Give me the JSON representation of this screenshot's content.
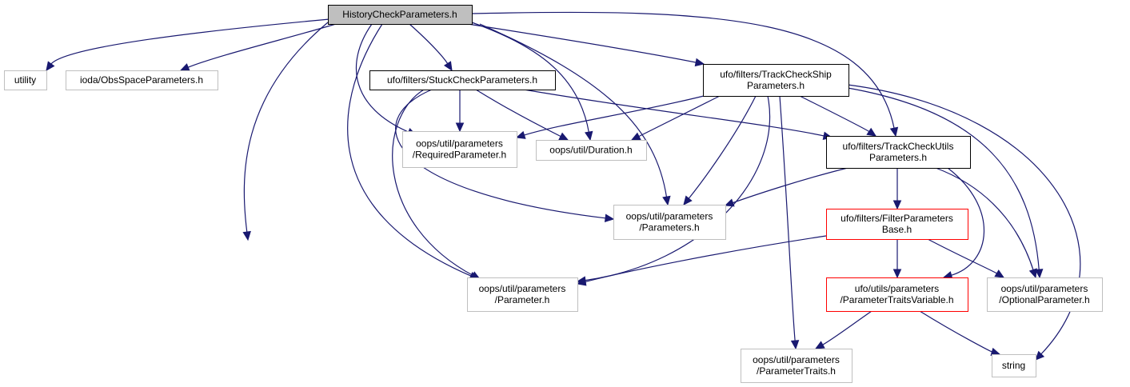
{
  "diagram": {
    "nodes": [
      {
        "id": "history",
        "lines": [
          "HistoryCheckParameters.h"
        ],
        "style": "root"
      },
      {
        "id": "utility",
        "lines": [
          "utility"
        ],
        "style": "gray"
      },
      {
        "id": "obsspace",
        "lines": [
          "ioda/ObsSpaceParameters.h"
        ],
        "style": "gray"
      },
      {
        "id": "stuck",
        "lines": [
          "ufo/filters/StuckCheckParameters.h"
        ],
        "style": "black"
      },
      {
        "id": "trackship",
        "lines": [
          "ufo/filters/TrackCheckShip",
          "Parameters.h"
        ],
        "style": "black"
      },
      {
        "id": "required",
        "lines": [
          "oops/util/parameters",
          "/RequiredParameter.h"
        ],
        "style": "gray"
      },
      {
        "id": "duration",
        "lines": [
          "oops/util/Duration.h"
        ],
        "style": "gray"
      },
      {
        "id": "trackutils",
        "lines": [
          "ufo/filters/TrackCheckUtils",
          "Parameters.h"
        ],
        "style": "black"
      },
      {
        "id": "parameters",
        "lines": [
          "oops/util/parameters",
          "/Parameters.h"
        ],
        "style": "gray"
      },
      {
        "id": "filterbase",
        "lines": [
          "ufo/filters/FilterParameters",
          "Base.h"
        ],
        "style": "red"
      },
      {
        "id": "parameter",
        "lines": [
          "oops/util/parameters",
          "/Parameter.h"
        ],
        "style": "gray"
      },
      {
        "id": "traitsvar",
        "lines": [
          "ufo/utils/parameters",
          "/ParameterTraitsVariable.h"
        ],
        "style": "red"
      },
      {
        "id": "optional",
        "lines": [
          "oops/util/parameters",
          "/OptionalParameter.h"
        ],
        "style": "gray"
      },
      {
        "id": "traits",
        "lines": [
          "oops/util/parameters",
          "/ParameterTraits.h"
        ],
        "style": "gray"
      },
      {
        "id": "string",
        "lines": [
          "string"
        ],
        "style": "gray"
      }
    ],
    "edges": [
      [
        "history",
        "utility"
      ],
      [
        "history",
        "obsspace"
      ],
      [
        "history",
        "stuck"
      ],
      [
        "history",
        "trackship"
      ],
      [
        "history",
        "required"
      ],
      [
        "history",
        "duration"
      ],
      [
        "history",
        "trackutils"
      ],
      [
        "history",
        "parameters"
      ],
      [
        "history",
        "parameter"
      ],
      [
        "history",
        "traits"
      ],
      [
        "stuck",
        "required"
      ],
      [
        "stuck",
        "duration"
      ],
      [
        "stuck",
        "trackutils"
      ],
      [
        "stuck",
        "parameters"
      ],
      [
        "stuck",
        "parameter"
      ],
      [
        "trackship",
        "required"
      ],
      [
        "trackship",
        "duration"
      ],
      [
        "trackship",
        "trackutils"
      ],
      [
        "trackship",
        "parameters"
      ],
      [
        "trackship",
        "parameter"
      ],
      [
        "trackship",
        "optional"
      ],
      [
        "trackship",
        "traits"
      ],
      [
        "trackship",
        "string"
      ],
      [
        "trackutils",
        "parameters"
      ],
      [
        "trackutils",
        "filterbase"
      ],
      [
        "trackutils",
        "optional"
      ],
      [
        "trackutils",
        "traitsvar"
      ],
      [
        "filterbase",
        "parameter"
      ],
      [
        "filterbase",
        "traitsvar"
      ],
      [
        "filterbase",
        "optional"
      ],
      [
        "traitsvar",
        "traits"
      ],
      [
        "traitsvar",
        "string"
      ]
    ]
  }
}
